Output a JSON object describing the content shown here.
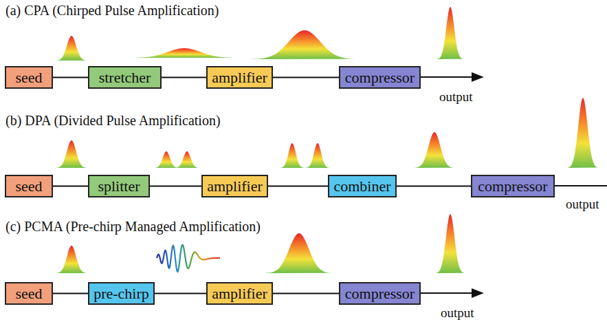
{
  "diagram": {
    "nodes": [
      {
        "text": [
          "seed"
        ]
      },
      {
        "text": [
          "stretcher"
        ]
      },
      {
        "text": [
          "amplifier"
        ]
      },
      {
        "text": [
          "compressor"
        ]
      },
      {
        "text": [
          "seed"
        ]
      },
      {
        "text": [
          "splitter"
        ]
      },
      {
        "text": [
          "amplifier"
        ]
      },
      {
        "text": [
          "combiner"
        ]
      },
      {
        "text": [
          "compressor"
        ]
      },
      {
        "text": [
          "seed"
        ]
      },
      {
        "text": [
          "pre-chirp"
        ]
      },
      {
        "text": [
          "amplifier"
        ]
      },
      {
        "text": [
          "compressor"
        ]
      }
    ],
    "edges": [
      {
        "from": 0,
        "to": 1,
        "arrow": "none"
      },
      {
        "from": 1,
        "to": 2,
        "arrow": "none"
      },
      {
        "from": 2,
        "to": 3,
        "arrow": "none"
      },
      {
        "from": 4,
        "to": 5,
        "arrow": "none"
      },
      {
        "from": 5,
        "to": 6,
        "arrow": "none"
      },
      {
        "from": 6,
        "to": 7,
        "arrow": "none"
      },
      {
        "from": 7,
        "to": 8,
        "arrow": "none"
      },
      {
        "from": 9,
        "to": 10,
        "arrow": "none"
      },
      {
        "from": 10,
        "to": 11,
        "arrow": "none"
      },
      {
        "from": 11,
        "to": 12,
        "arrow": "none"
      }
    ],
    "labels": [
      "(a) CPA (Chirped Pulse Amplification)",
      "output",
      "(b) DPA (Divided Pulse Amplification)",
      "output",
      "(c) PCMA (Pre-chirp Managed Amplification)",
      "output"
    ]
  }
}
